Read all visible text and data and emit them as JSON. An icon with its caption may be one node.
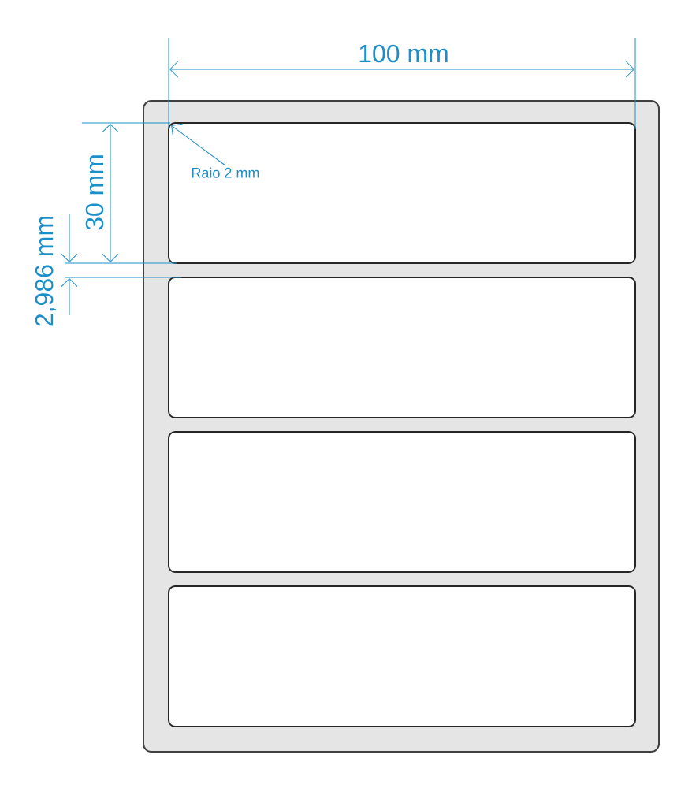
{
  "diagram": {
    "nodes": [
      {
        "text": [],
        "shape": "box"
      },
      {
        "text": [],
        "shape": "box",
        "in": 0
      },
      {
        "text": [],
        "shape": "box",
        "in": 0
      },
      {
        "text": [],
        "shape": "box",
        "in": 0
      },
      {
        "text": [],
        "shape": "box",
        "in": 0
      },
      {
        "text": [
          "Raio 2 mm"
        ],
        "in": 1
      }
    ],
    "edges": [
      {
        "from": 5,
        "to": 1,
        "arrow": "to"
      }
    ],
    "labels": [
      "100 mm",
      "30 mm",
      "2,986 mm"
    ]
  }
}
